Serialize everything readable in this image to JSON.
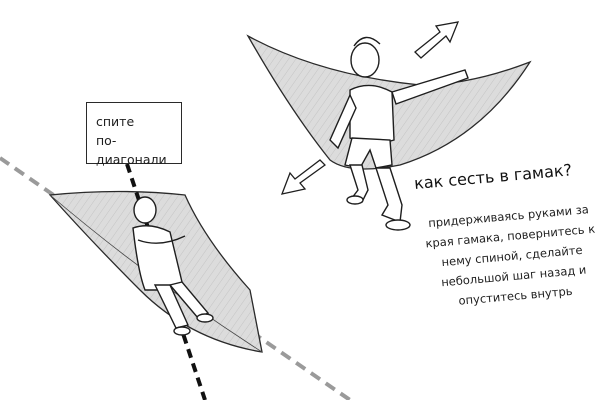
{
  "sign": {
    "line1": "спите",
    "line2": "по-диагонали"
  },
  "heading": "как сесть в гамак?",
  "instructions": [
    "придерживаясь руками за",
    "края гамака, повернитесь к",
    "нему спиной, сделайте",
    "небольшой шаг назад и",
    "опуститесь внутрь"
  ],
  "colors": {
    "ink": "#1e1e1e",
    "hammock_fill": "#d9d9d9",
    "dashed_line": "#9a9a9a"
  }
}
